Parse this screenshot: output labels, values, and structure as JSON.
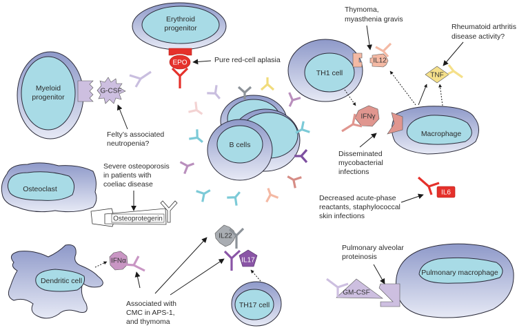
{
  "colors": {
    "cell_outer_top": "#8e99c9",
    "cell_outer_bottom": "#e4e7f4",
    "nucleus": "#a8dbe6",
    "epo": "#e5312b",
    "gcsf": "#cdbfe0",
    "il12": "#f4b9a4",
    "tnf": "#f5e08a",
    "ifng": "#e0968f",
    "ifna": "#c996c4",
    "il22": "#a9adb2",
    "il17": "#8a55a6",
    "il6": "#e5312b",
    "gmcsf": "#cdbfe0",
    "opg": "#ffffff"
  },
  "cells": {
    "erythroid": "Erythroid progenitor",
    "erythroid_line1": "Erythroid",
    "erythroid_line2": "progenitor",
    "myeloid_line1": "Myeloid",
    "myeloid_line2": "progenitor",
    "b_cells": "B cells",
    "th1": "TH1 cell",
    "macrophage": "Macrophage",
    "osteoclast": "Osteoclast",
    "dendritic": "Dendritic cell",
    "th17": "TH17 cell",
    "pulmonary_macrophage": "Pulmonary macrophage"
  },
  "cytokines": {
    "epo": "EPO",
    "gcsf": "G-CSF",
    "il12": "IL12",
    "tnf": "TNF",
    "ifng": "IFNγ",
    "ifna": "IFNα",
    "il22": "IL22",
    "il17": "IL17",
    "il6": "IL6",
    "gmcsf": "GM-CSF",
    "opg": "Osteoprotegerin"
  },
  "annotations": {
    "pure_red_cell": "Pure red-cell aplasia",
    "felty_1": "Felty’s associated",
    "felty_2": "neutropenia?",
    "thymoma_1": "Thymoma,",
    "thymoma_2": "myasthenia gravis",
    "ra_1": "Rheumatoid arthritis",
    "ra_2": "disease activity?",
    "myco_1": "Disseminated",
    "myco_2": "mycobacterial",
    "myco_3": "infections",
    "osteo_1": "Severe osteoporosis",
    "osteo_2": "in patients with",
    "osteo_3": "coeliac disease",
    "il6_1": "Decreased acute-phase",
    "il6_2": "reactants, staphylococcal",
    "il6_3": "skin infections",
    "pap_1": "Pulmonary alveolar",
    "pap_2": "proteinosis",
    "cmc_1": "Associated with",
    "cmc_2": "CMC in APS-1,",
    "cmc_3": "and thymoma"
  },
  "free_antibodies": [
    {
      "color": "#c9bedf"
    },
    {
      "color": "#8c9298"
    },
    {
      "color": "#f1dc7c"
    },
    {
      "color": "#f3d3d3"
    },
    {
      "color": "#b98fbd"
    },
    {
      "color": "#7ccad7"
    },
    {
      "color": "#7ccad7"
    },
    {
      "color": "#b98fbd"
    },
    {
      "color": "#7d4fa0"
    },
    {
      "color": "#7ccad7"
    },
    {
      "color": "#7ccad7"
    },
    {
      "color": "#f4b9a4"
    },
    {
      "color": "#d68d86"
    }
  ]
}
